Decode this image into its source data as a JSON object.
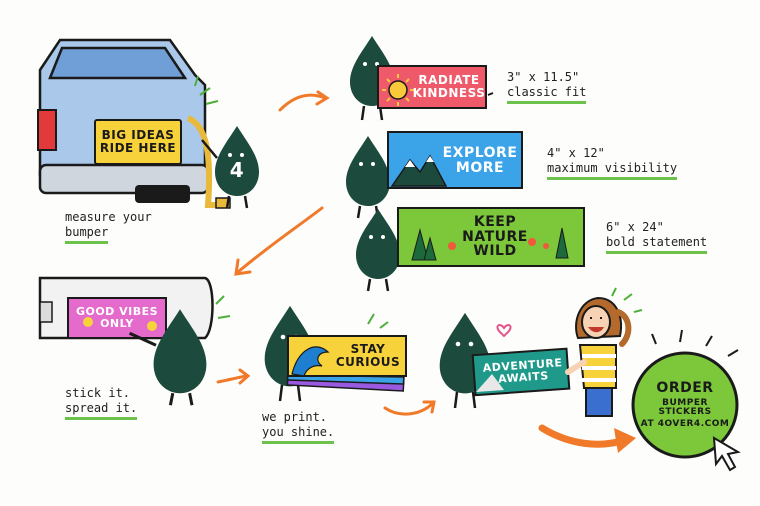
{
  "steps": {
    "measure": {
      "sticker_line1": "BIG IDEAS",
      "sticker_line2": "RIDE HERE",
      "mascot_number": "4",
      "caption_line1": "measure your",
      "caption_line2": "bumper"
    },
    "sizes": [
      {
        "line1": "RADIATE",
        "line2": "KINDNESS",
        "size": "3\" x 11.5\"",
        "note": "classic fit"
      },
      {
        "line1": "EXPLORE",
        "line2": "MORE",
        "size": "4\" x 12\"",
        "note": "maximum visibility"
      },
      {
        "line1": "KEEP NATURE",
        "line2": "WILD",
        "size": "6\" x 24\"",
        "note": "bold statement"
      }
    ],
    "stick": {
      "sticker_line1": "GOOD VIBES",
      "sticker_line2": "ONLY",
      "caption_line1": "stick it.",
      "caption_line2": "spread it."
    },
    "print": {
      "sticker_line1": "STAY",
      "sticker_line2": "CURIOUS",
      "caption_line1": "we print.",
      "caption_line2": "you shine."
    },
    "deliver": {
      "sticker_line1": "ADVENTURE",
      "sticker_line2": "AWAITS"
    }
  },
  "cta": {
    "line1": "ORDER",
    "line2": "BUMPER STICKERS",
    "line3": "AT 4OVER4.COM"
  },
  "colors": {
    "mascot": "#1c4a3c",
    "arrow": "#f07a2a",
    "accent_green": "#6cc24a",
    "cta_fill": "#7cc83a"
  }
}
